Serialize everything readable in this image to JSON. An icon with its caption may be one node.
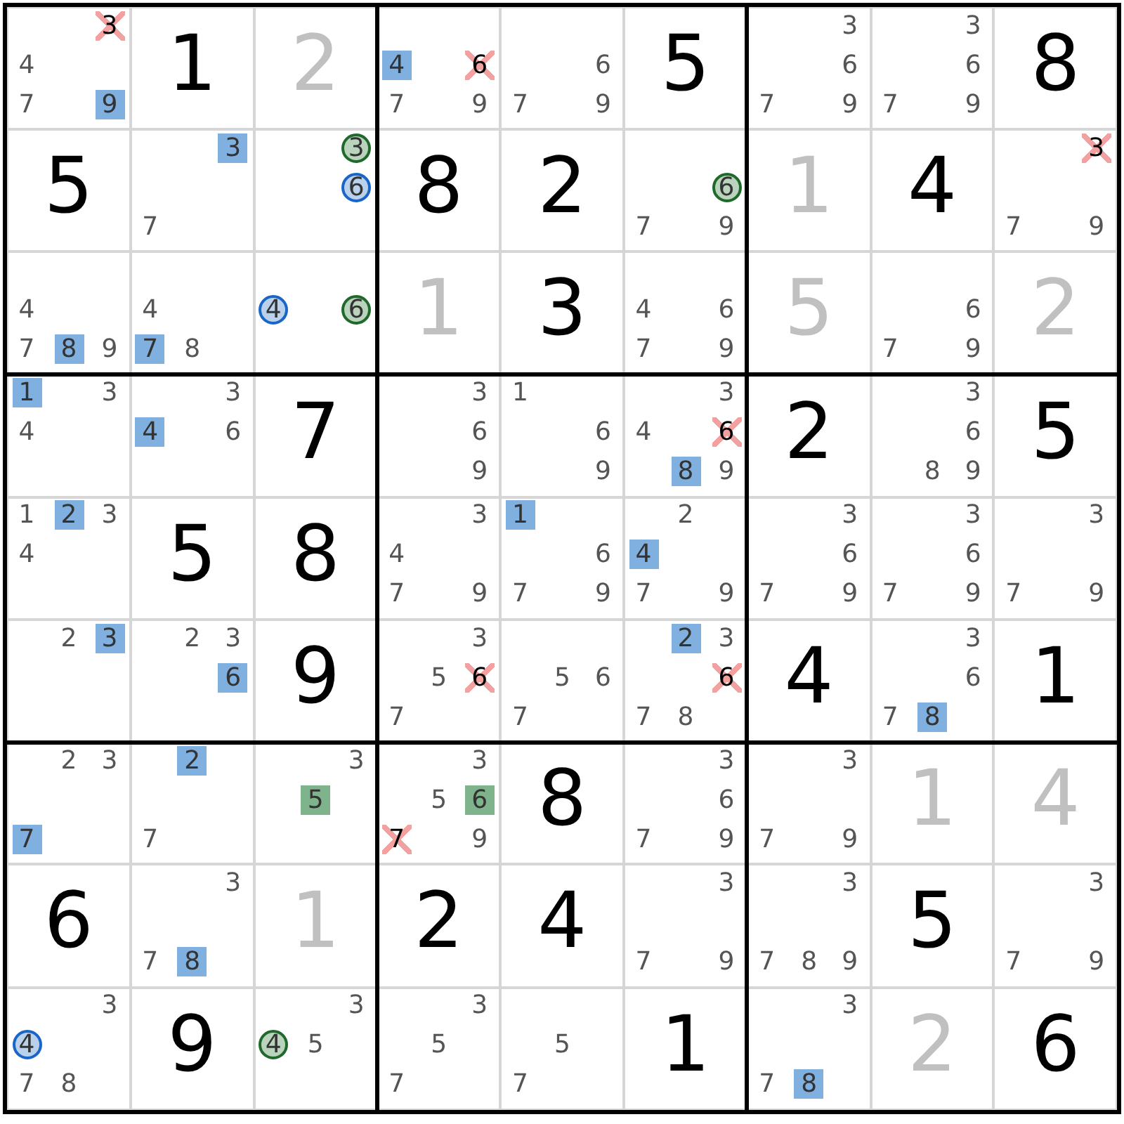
{
  "diagram": {
    "nodes": [
      {
        "text": [
          "3",
          "4",
          "7",
          "9"
        ]
      },
      {
        "text": [
          "1"
        ]
      },
      {
        "text": [
          "2"
        ]
      },
      {
        "text": [
          "4",
          "6",
          "7",
          "9"
        ]
      },
      {
        "text": [
          "6",
          "7",
          "9"
        ]
      },
      {
        "text": [
          "5"
        ]
      },
      {
        "text": [
          "3",
          "6",
          "7",
          "9"
        ]
      },
      {
        "text": [
          "3",
          "6",
          "7",
          "9"
        ]
      },
      {
        "text": [
          "8"
        ]
      },
      {
        "text": [
          "5"
        ]
      },
      {
        "text": [
          "3",
          "7"
        ]
      },
      {
        "text": [
          "3",
          "6"
        ]
      },
      {
        "text": [
          "8"
        ]
      },
      {
        "text": [
          "2"
        ]
      },
      {
        "text": [
          "6",
          "7",
          "9"
        ]
      },
      {
        "text": [
          "1"
        ]
      },
      {
        "text": [
          "4"
        ]
      },
      {
        "text": [
          "3",
          "7",
          "9"
        ]
      },
      {
        "text": [
          "4",
          "7",
          "8",
          "9"
        ]
      },
      {
        "text": [
          "4",
          "7",
          "8"
        ]
      },
      {
        "text": [
          "4",
          "6"
        ]
      },
      {
        "text": [
          "1"
        ]
      },
      {
        "text": [
          "3"
        ]
      },
      {
        "text": [
          "4",
          "6",
          "7",
          "9"
        ]
      },
      {
        "text": [
          "5"
        ]
      },
      {
        "text": [
          "6",
          "7",
          "9"
        ]
      },
      {
        "text": [
          "2"
        ]
      },
      {
        "text": [
          "1",
          "3",
          "4"
        ]
      },
      {
        "text": [
          "3",
          "4",
          "6"
        ]
      },
      {
        "text": [
          "7"
        ]
      },
      {
        "text": [
          "3",
          "6",
          "9"
        ]
      },
      {
        "text": [
          "1",
          "6",
          "9"
        ]
      },
      {
        "text": [
          "3",
          "4",
          "6",
          "8",
          "9"
        ]
      },
      {
        "text": [
          "2"
        ]
      },
      {
        "text": [
          "3",
          "6",
          "8",
          "9"
        ]
      },
      {
        "text": [
          "5"
        ]
      },
      {
        "text": [
          "1",
          "2",
          "3",
          "4"
        ]
      },
      {
        "text": [
          "5"
        ]
      },
      {
        "text": [
          "8"
        ]
      },
      {
        "text": [
          "3",
          "4",
          "7",
          "9"
        ]
      },
      {
        "text": [
          "1",
          "6",
          "7",
          "9"
        ]
      },
      {
        "text": [
          "2",
          "4",
          "7",
          "9"
        ]
      },
      {
        "text": [
          "3",
          "6",
          "7",
          "9"
        ]
      },
      {
        "text": [
          "3",
          "6",
          "7",
          "9"
        ]
      },
      {
        "text": [
          "3",
          "7",
          "9"
        ]
      },
      {
        "text": [
          "2",
          "3"
        ]
      },
      {
        "text": [
          "2",
          "3",
          "6"
        ]
      },
      {
        "text": [
          "9"
        ]
      },
      {
        "text": [
          "3",
          "5",
          "6",
          "7"
        ]
      },
      {
        "text": [
          "5",
          "6",
          "7"
        ]
      },
      {
        "text": [
          "2",
          "3",
          "6",
          "7",
          "8"
        ]
      },
      {
        "text": [
          "4"
        ]
      },
      {
        "text": [
          "3",
          "6",
          "7",
          "8"
        ]
      },
      {
        "text": [
          "1"
        ]
      },
      {
        "text": [
          "2",
          "3",
          "7"
        ]
      },
      {
        "text": [
          "2",
          "7"
        ]
      },
      {
        "text": [
          "3",
          "5"
        ]
      },
      {
        "text": [
          "3",
          "5",
          "6",
          "7",
          "9"
        ]
      },
      {
        "text": [
          "8"
        ]
      },
      {
        "text": [
          "3",
          "6",
          "7",
          "9"
        ]
      },
      {
        "text": [
          "3",
          "7",
          "9"
        ]
      },
      {
        "text": [
          "1"
        ]
      },
      {
        "text": [
          "4"
        ]
      },
      {
        "text": [
          "6"
        ]
      },
      {
        "text": [
          "3",
          "7",
          "8"
        ]
      },
      {
        "text": [
          "1"
        ]
      },
      {
        "text": [
          "2"
        ]
      },
      {
        "text": [
          "4"
        ]
      },
      {
        "text": [
          "3",
          "7",
          "9"
        ]
      },
      {
        "text": [
          "3",
          "7",
          "8",
          "9"
        ]
      },
      {
        "text": [
          "5"
        ]
      },
      {
        "text": [
          "3",
          "7",
          "9"
        ]
      },
      {
        "text": [
          "3",
          "4",
          "7",
          "8"
        ]
      },
      {
        "text": [
          "9"
        ]
      },
      {
        "text": [
          "3",
          "4",
          "5"
        ]
      },
      {
        "text": [
          "3",
          "5",
          "7"
        ]
      },
      {
        "text": [
          "5",
          "7"
        ]
      },
      {
        "text": [
          "1"
        ]
      },
      {
        "text": [
          "3",
          "7",
          "8"
        ]
      },
      {
        "text": [
          "2"
        ]
      },
      {
        "text": [
          "6"
        ]
      }
    ]
  }
}
